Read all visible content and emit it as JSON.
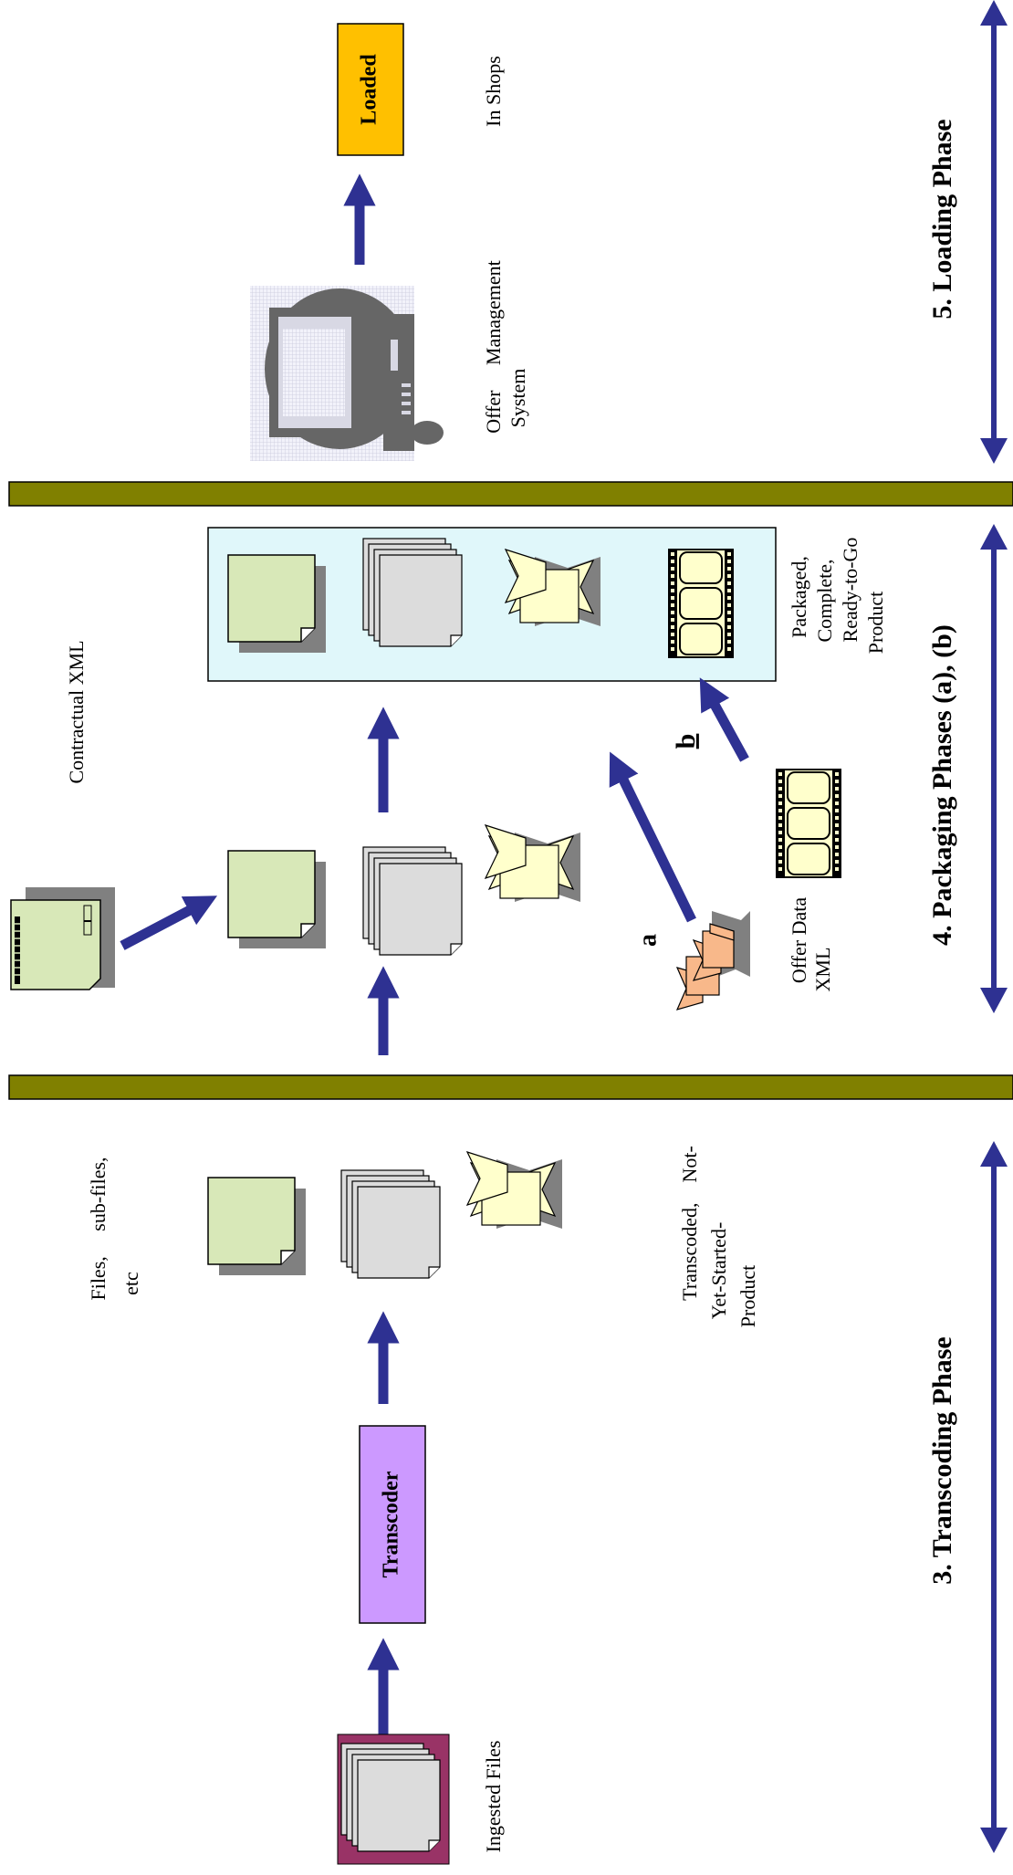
{
  "colors": {
    "arrow": "#2e3192",
    "separator": "#808000",
    "loaded_box": "#ffc000",
    "transcoder_box": "#cc99ff",
    "ingest_frame": "#993366",
    "package_panel": "#e0f7fa",
    "green_doc": "#d8e8b8",
    "gray_doc": "#dcdcdc",
    "yellow_shape": "#ffffcc",
    "orange_shape": "#f8b88a",
    "shadow": "#808080",
    "computer_icon": "#666666"
  },
  "phases": {
    "loading": "5. Loading Phase",
    "packaging": "4. Packaging Phases (a), (b)",
    "transcoding": "3. Transcoding Phase"
  },
  "boxes": {
    "loaded": "Loaded",
    "transcoder": "Transcoder"
  },
  "labels": {
    "in_shops": "In Shops",
    "offer_management_1": "Offer     Management",
    "offer_management_2": "System",
    "contractual_xml": "Contractual XML",
    "packaged_1": "Packaged,",
    "packaged_2": "Complete,",
    "packaged_3": "Ready-to-Go",
    "packaged_4": "Product",
    "path_a": "a",
    "path_b": "b",
    "offer_data_1": "Offer Data",
    "offer_data_2": "XML",
    "files_1": "Files,     sub-files,",
    "files_2": "etc",
    "transcoded_1": "Transcoded,    Not-",
    "transcoded_2": "Yet-Started-",
    "transcoded_3": "Product",
    "ingested_files": "Ingested Files"
  },
  "icons": {
    "computer": "computer-icon",
    "contract": "contract-document-icon",
    "green_document": "green-document-icon",
    "document_stack": "document-stack-icon",
    "bowtie_shapes": "bowtie-shapes-icon",
    "film_strip": "film-strip-icon"
  }
}
